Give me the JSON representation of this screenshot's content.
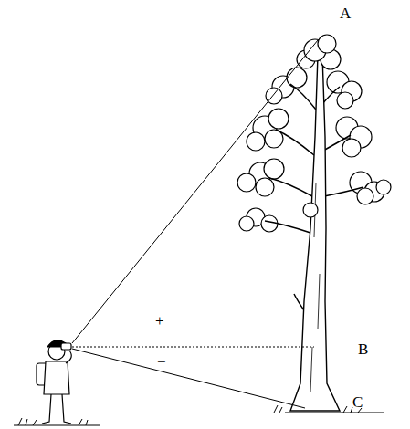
{
  "diagram": {
    "labels": [
      "A",
      "+",
      "B",
      "−",
      "C"
    ]
  }
}
